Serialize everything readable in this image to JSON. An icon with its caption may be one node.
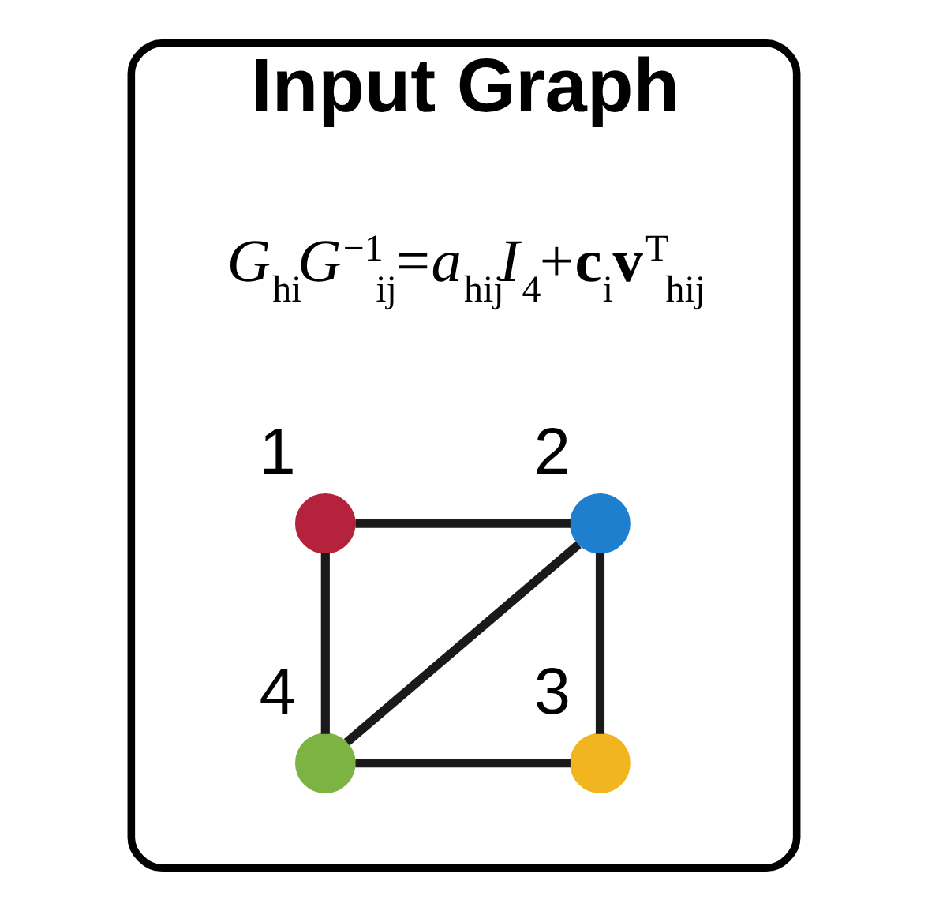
{
  "diagram": {
    "nodes": [
      {
        "text": [
          "Input Graph"
        ]
      },
      {
        "text": [],
        "shape": "circle",
        "in": 0,
        "beside": [
          "1"
        ]
      },
      {
        "text": [],
        "shape": "circle",
        "in": 0,
        "beside": [
          "2"
        ]
      },
      {
        "text": [],
        "shape": "circle",
        "in": 0,
        "beside": [
          "3"
        ]
      },
      {
        "text": [],
        "shape": "circle",
        "in": 0,
        "beside": [
          "4"
        ]
      }
    ],
    "edges": [
      {
        "from": 1,
        "to": 2,
        "arrow": "none"
      },
      {
        "from": 1,
        "to": 4,
        "arrow": "none"
      },
      {
        "from": 2,
        "to": 4,
        "arrow": "none"
      },
      {
        "from": 2,
        "to": 3,
        "arrow": "none"
      },
      {
        "from": 4,
        "to": 3,
        "arrow": "none"
      }
    ],
    "labels": [
      "*G*$_{hi}$*G*$^{−1}$$_{ij}$=*a*$_{hij}$*I*$_{4}$+**c**$_{i}$**v**$^{T}$$_{hij}$"
    ]
  }
}
